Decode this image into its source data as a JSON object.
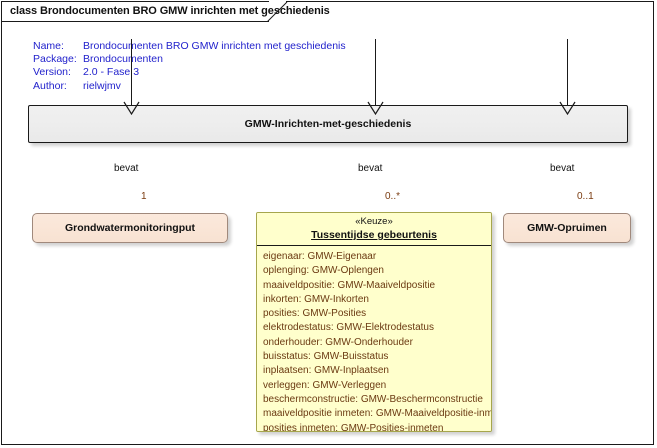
{
  "frame": {
    "label": "class Brondocumenten BRO GMW inrichten met geschiedenis"
  },
  "meta": {
    "rows": [
      {
        "key": "Name:",
        "value": "Brondocumenten BRO GMW inrichten met geschiedenis"
      },
      {
        "key": "Package:",
        "value": "Brondocumenten"
      },
      {
        "key": "Version:",
        "value": "2.0 - Fase 3"
      },
      {
        "key": "Author:",
        "value": "rielwjmv"
      }
    ]
  },
  "classes": {
    "root": {
      "name": "GMW-Inrichten-met-geschiedenis",
      "fill": "#ededed",
      "stroke": "#1a1a1a"
    },
    "grondwatermonitoringput": {
      "name": "Grondwatermonitoringput",
      "fill": "#f8e2d2",
      "stroke": "#a0897c"
    },
    "opruimen": {
      "name": "GMW-Opruimen",
      "fill": "#f8e2d2",
      "stroke": "#a0897c"
    },
    "keuze": {
      "stereotype": "«Keuze»",
      "name": "Tussentijdse gebeurtenis",
      "fill": "#ffffcc",
      "stroke": "#a6a64d",
      "attributes": [
        "eigenaar: GMW-Eigenaar",
        "oplenging: GMW-Oplengen",
        "maaiveldpositie: GMW-Maaiveldpositie",
        "inkorten: GMW-Inkorten",
        "posities: GMW-Posities",
        "elektrodestatus: GMW-Elektrodestatus",
        "onderhouder: GMW-Onderhouder",
        "buisstatus: GMW-Buisstatus",
        "inplaatsen: GMW-Inplaatsen",
        "verleggen: GMW-Verleggen",
        "beschermconstructie: GMW-Beschermconstructie",
        "maaiveldpositie inmeten: GMW-Maaiveldpositie-inmeten",
        "posities inmeten: GMW-Posities-inmeten"
      ]
    }
  },
  "connectors": [
    {
      "name": "left",
      "label": "bevat",
      "multiplicity": "1"
    },
    {
      "name": "middle",
      "label": "bevat",
      "multiplicity": "0..*"
    },
    {
      "name": "right",
      "label": "bevat",
      "multiplicity": "0..1"
    }
  ]
}
